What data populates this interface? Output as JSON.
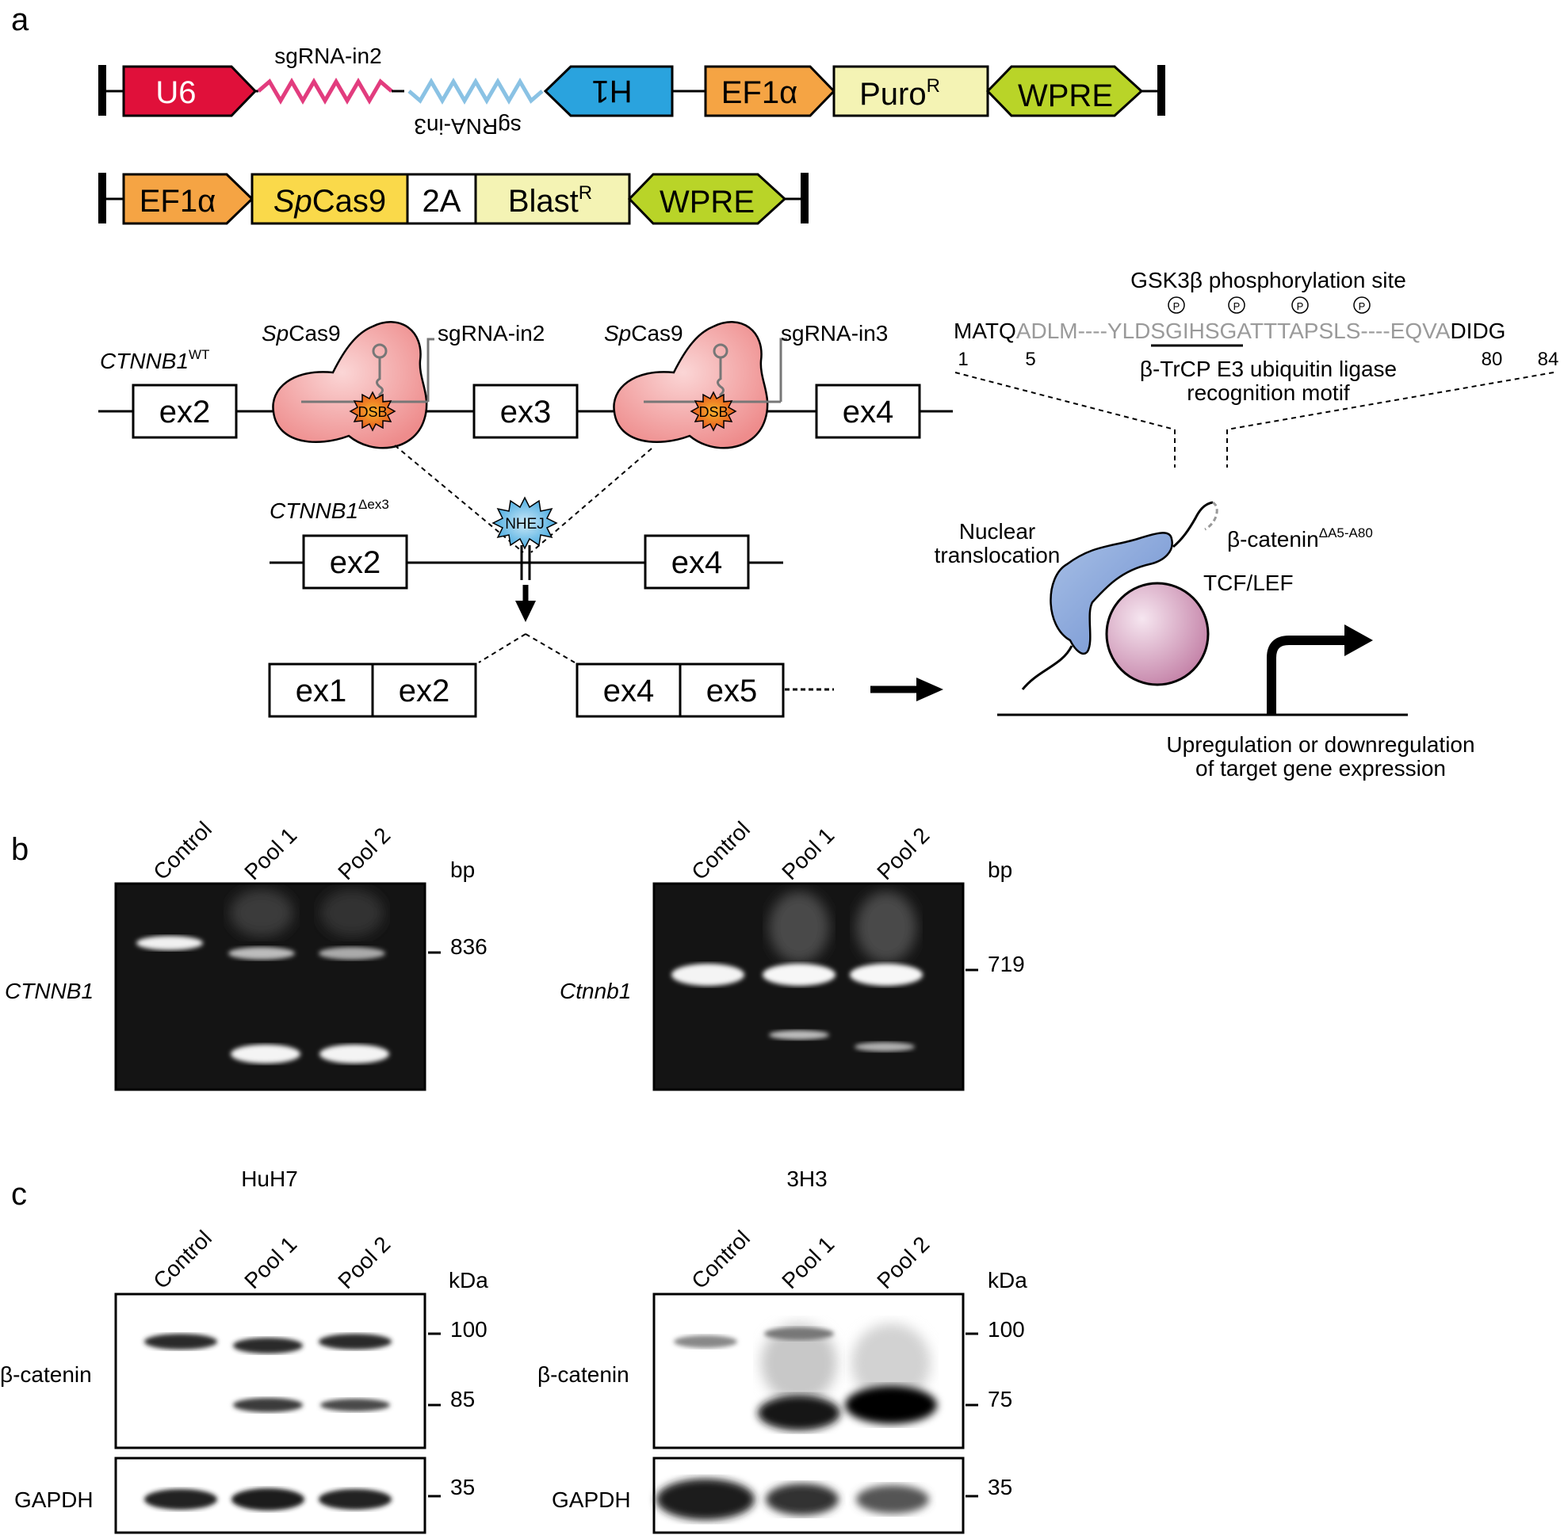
{
  "panels": {
    "a": "a",
    "b": "b",
    "c": "c"
  },
  "construct1": {
    "u6": "U6",
    "sgrna_in2": "sgRNA-in2",
    "sgrna_in3": "sgRNA-in3",
    "h1": "H1",
    "ef1a": "EF1α",
    "puro": "Puro",
    "puro_sup": "R",
    "wpre": "WPRE"
  },
  "construct2": {
    "ef1a": "EF1α",
    "cas9_sp": "Sp",
    "cas9_rest": "Cas9",
    "twoA": "2A",
    "blast": "Blast",
    "blast_sup": "R",
    "wpre": "WPRE"
  },
  "gene": {
    "wt_name": "CTNNB1",
    "wt_sup": "WT",
    "ex2": "ex2",
    "ex3": "ex3",
    "ex4": "ex4",
    "cas9_sp": "Sp",
    "cas9_rest": "Cas9",
    "sgrna_in2": "sgRNA-in2",
    "sgrna_in3": "sgRNA-in3",
    "dsb": "DSB",
    "nhej": "NHEJ",
    "del_name": "CTNNB1",
    "del_sup": "Δex3",
    "ex1": "ex1",
    "ex5": "ex5"
  },
  "protein": {
    "gsk_title": "GSK3β phosphorylation site",
    "phospho": "P",
    "seq_matq": "MATQ",
    "seq_adlm": "ADLM----YL",
    "seq_dsgihs": "DSGIHS",
    "seq_gat": "GATTTAPSLS----EQVA",
    "seq_didg": "DIDG",
    "pos_1": "1",
    "pos_5": "5",
    "pos_80": "80",
    "pos_84": "84",
    "trcp_line1": "β-TrCP E3 ubiquitin ligase",
    "trcp_line2": "recognition motif",
    "nuclear_1": "Nuclear",
    "nuclear_2": "translocation",
    "bcat_name": "β-catenin",
    "bcat_sup": "ΔA5-A80",
    "tcf": "TCF/LEF",
    "reg_line1": "Upregulation or downregulation",
    "reg_line2": "of target gene expression"
  },
  "gels": {
    "lanes": [
      "Control",
      "Pool 1",
      "Pool 2"
    ],
    "bp": "bp",
    "left": {
      "gene": "CTNNB1",
      "marker": "836"
    },
    "right": {
      "gene": "Ctnnb1",
      "marker": "719"
    }
  },
  "blots": {
    "left": {
      "title": "HuH7",
      "m1": "100",
      "m2": "85",
      "m3": "35"
    },
    "right": {
      "title": "3H3",
      "m1": "100",
      "m2": "75",
      "m3": "35"
    },
    "kda": "kDa",
    "bcat": "β-catenin",
    "gapdh": "GAPDH"
  },
  "colors": {
    "u6": "#e0103a",
    "h1": "#2aa3de",
    "ef1a": "#f5a444",
    "puro": "#f4f3b4",
    "wpre": "#b9d428",
    "cas9": "#fad94a",
    "sg_in2": "#e23c7e",
    "sg_in3": "#8ac2e4"
  }
}
